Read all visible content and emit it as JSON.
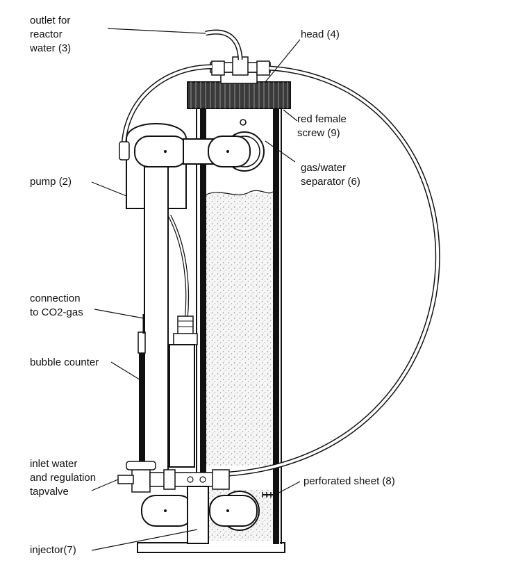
{
  "labels": {
    "outlet": [
      "outlet for",
      "reactor",
      "water (3)"
    ],
    "head": "head (4)",
    "red_screw": [
      "red female",
      "screw (9)"
    ],
    "separator": [
      "gas/water",
      "separator (6)"
    ],
    "pump": "pump (2)",
    "co2": [
      "connection",
      "to CO2-gas"
    ],
    "bubble": "bubble counter",
    "inlet": [
      "inlet water",
      "and regulation",
      "tapvalve"
    ],
    "perforated": "perforated sheet (8)",
    "injector": "injector(7)"
  },
  "colors": {
    "line": "#111111",
    "fill": "#ffffff",
    "media": "#f4f4f4",
    "dots": "#777777"
  }
}
